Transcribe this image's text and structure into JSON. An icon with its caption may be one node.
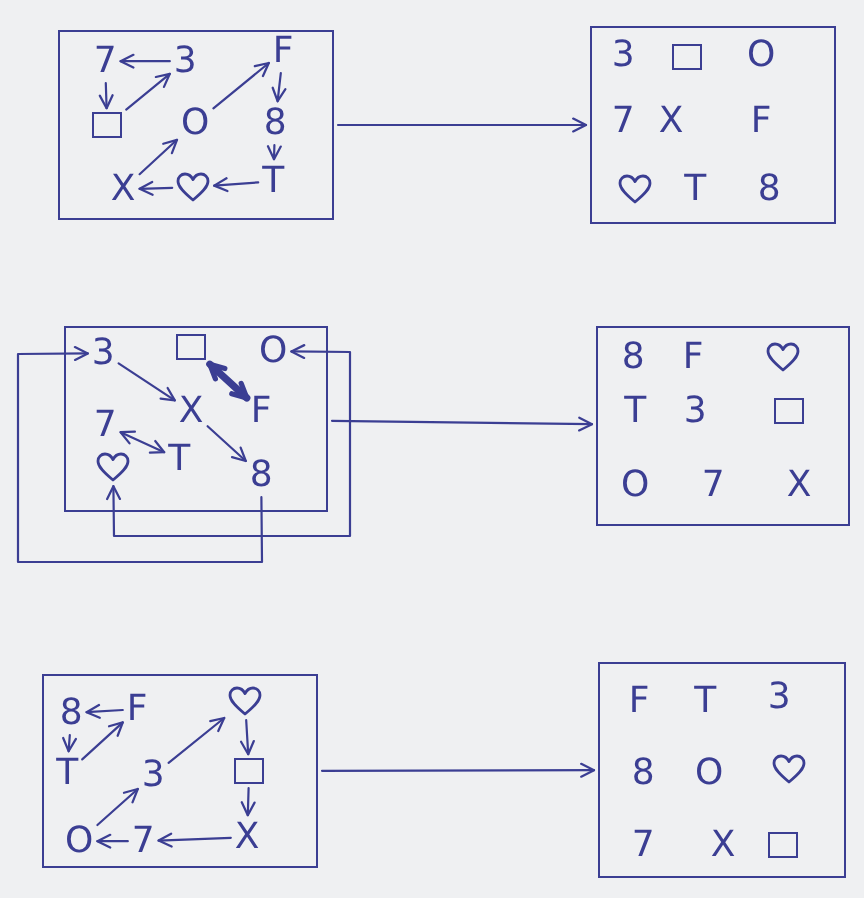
{
  "diagram": {
    "nodes": [
      {
        "text": [],
        "shape": "box"
      },
      {
        "text": [
          "7"
        ],
        "in": 0
      },
      {
        "text": [
          "3"
        ],
        "in": 0
      },
      {
        "text": [
          "F"
        ],
        "in": 0
      },
      {
        "text": [],
        "shape": "box",
        "in": 0
      },
      {
        "text": [
          "O"
        ],
        "in": 0
      },
      {
        "text": [
          "8"
        ],
        "in": 0
      },
      {
        "text": [
          "X"
        ],
        "in": 0
      },
      {
        "text": [],
        "shape": "heart",
        "in": 0
      },
      {
        "text": [
          "T"
        ],
        "in": 0
      },
      {
        "text": [],
        "shape": "box"
      },
      {
        "text": [
          "3"
        ],
        "in": 10
      },
      {
        "text": [],
        "shape": "box",
        "in": 10
      },
      {
        "text": [
          "O"
        ],
        "in": 10
      },
      {
        "text": [
          "7"
        ],
        "in": 10
      },
      {
        "text": [
          "X"
        ],
        "in": 10
      },
      {
        "text": [
          "F"
        ],
        "in": 10
      },
      {
        "text": [],
        "shape": "heart",
        "in": 10
      },
      {
        "text": [
          "T"
        ],
        "in": 10
      },
      {
        "text": [
          "8"
        ],
        "in": 10
      },
      {
        "text": [],
        "shape": "box"
      },
      {
        "text": [
          "3"
        ],
        "in": 20
      },
      {
        "text": [],
        "shape": "box",
        "in": 20
      },
      {
        "text": [
          "O"
        ],
        "in": 20
      },
      {
        "text": [
          "7"
        ],
        "in": 20
      },
      {
        "text": [
          "X"
        ],
        "in": 20
      },
      {
        "text": [
          "F"
        ],
        "in": 20
      },
      {
        "text": [],
        "shape": "heart",
        "in": 20
      },
      {
        "text": [
          "T"
        ],
        "in": 20
      },
      {
        "text": [
          "8"
        ],
        "in": 20
      },
      {
        "text": [],
        "shape": "box"
      },
      {
        "text": [
          "8"
        ],
        "in": 30
      },
      {
        "text": [
          "F"
        ],
        "in": 30
      },
      {
        "text": [],
        "shape": "heart",
        "in": 30
      },
      {
        "text": [
          "T"
        ],
        "in": 30
      },
      {
        "text": [
          "3"
        ],
        "in": 30
      },
      {
        "text": [],
        "shape": "box",
        "in": 30
      },
      {
        "text": [
          "O"
        ],
        "in": 30
      },
      {
        "text": [
          "7"
        ],
        "in": 30
      },
      {
        "text": [
          "X"
        ],
        "in": 30
      },
      {
        "text": [],
        "shape": "box"
      },
      {
        "text": [
          "8"
        ],
        "in": 40
      },
      {
        "text": [
          "F"
        ],
        "in": 40
      },
      {
        "text": [],
        "shape": "heart",
        "in": 40
      },
      {
        "text": [
          "T"
        ],
        "in": 40
      },
      {
        "text": [
          "3"
        ],
        "in": 40
      },
      {
        "text": [],
        "shape": "box",
        "in": 40
      },
      {
        "text": [
          "O"
        ],
        "in": 40
      },
      {
        "text": [
          "7"
        ],
        "in": 40
      },
      {
        "text": [
          "X"
        ],
        "in": 40
      },
      {
        "text": [],
        "shape": "box"
      },
      {
        "text": [
          "F"
        ],
        "in": 50
      },
      {
        "text": [
          "T"
        ],
        "in": 50
      },
      {
        "text": [
          "3"
        ],
        "in": 50
      },
      {
        "text": [
          "8"
        ],
        "in": 50
      },
      {
        "text": [
          "O"
        ],
        "in": 50
      },
      {
        "text": [],
        "shape": "heart",
        "in": 50
      },
      {
        "text": [
          "7"
        ],
        "in": 50
      },
      {
        "text": [
          "X"
        ],
        "in": 50
      },
      {
        "text": [],
        "shape": "box",
        "in": 50
      }
    ],
    "edges": [
      {
        "from": 2,
        "to": 1,
        "arrow": "to"
      },
      {
        "from": 1,
        "to": 4,
        "arrow": "to"
      },
      {
        "from": 4,
        "to": 2,
        "arrow": "to"
      },
      {
        "from": 7,
        "to": 5,
        "arrow": "to"
      },
      {
        "from": 5,
        "to": 3,
        "arrow": "to"
      },
      {
        "from": 3,
        "to": 6,
        "arrow": "to"
      },
      {
        "from": 6,
        "to": 9,
        "arrow": "to"
      },
      {
        "from": 9,
        "to": 8,
        "arrow": "to"
      },
      {
        "from": 8,
        "to": 7,
        "arrow": "to"
      },
      {
        "from": 0,
        "to": 10,
        "arrow": "to"
      },
      {
        "from": 21,
        "to": 25,
        "arrow": "to"
      },
      {
        "from": 22,
        "to": 26,
        "arrow": "both",
        "style": "thick"
      },
      {
        "from": 24,
        "to": 28,
        "arrow": "both"
      },
      {
        "from": 25,
        "to": 29,
        "arrow": "to"
      },
      {
        "from": 29,
        "to": 21,
        "arrow": "to"
      },
      {
        "from": 27,
        "to": 23,
        "arrow": "both"
      },
      {
        "from": 20,
        "to": 30,
        "arrow": "to"
      },
      {
        "from": 42,
        "to": 41,
        "arrow": "to"
      },
      {
        "from": 41,
        "to": 44,
        "arrow": "to"
      },
      {
        "from": 44,
        "to": 42,
        "arrow": "to"
      },
      {
        "from": 47,
        "to": 45,
        "arrow": "to"
      },
      {
        "from": 45,
        "to": 43,
        "arrow": "to"
      },
      {
        "from": 43,
        "to": 46,
        "arrow": "to"
      },
      {
        "from": 46,
        "to": 49,
        "arrow": "to"
      },
      {
        "from": 49,
        "to": 48,
        "arrow": "to"
      },
      {
        "from": 48,
        "to": 47,
        "arrow": "to"
      },
      {
        "from": 40,
        "to": 50,
        "arrow": "to"
      }
    ]
  }
}
